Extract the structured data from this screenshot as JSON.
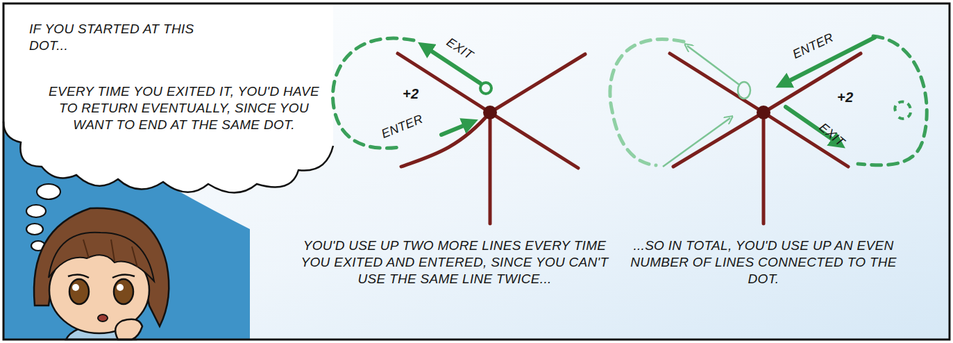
{
  "diagram": {
    "nodes": [
      {
        "text": [
          "IF YOU STARTED AT THIS DOT...",
          "EVERY TIME YOU EXITED IT, YOU'D HAVE TO RETURN EVENTUALLY, SINCE YOU WANT TO END AT THE SAME DOT."
        ]
      }
    ],
    "labels": [
      "EXIT",
      "+2",
      "ENTER",
      "ENTER",
      "+2",
      "EXIT",
      "YOU'D USE UP TWO MORE LINES EVERY TIME YOU EXITED AND ENTERED, SINCE YOU CAN'T USE THE SAME LINE TWICE...",
      "...SO IN TOTAL, YOU'D USE UP AN EVEN NUMBER OF LINES CONNECTED TO THE DOT."
    ]
  }
}
